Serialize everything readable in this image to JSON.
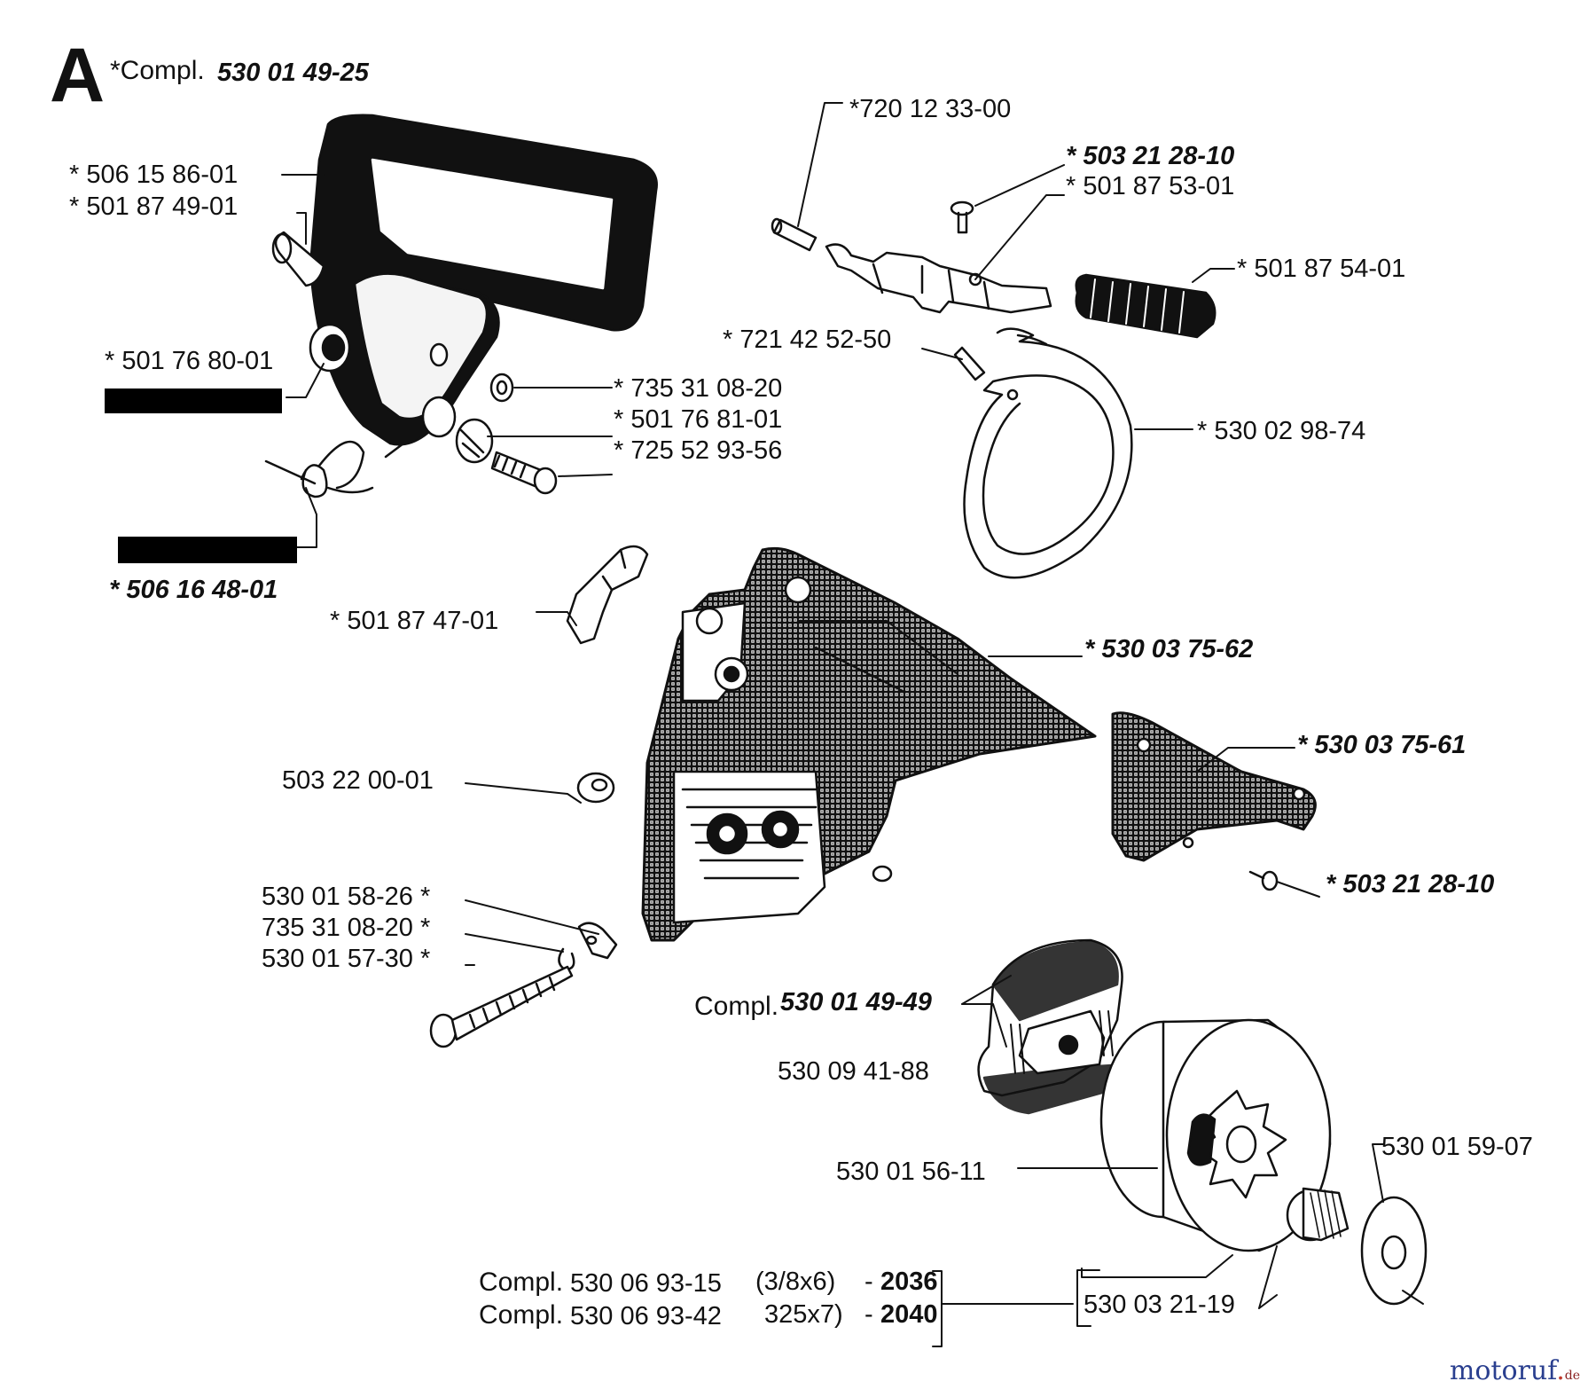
{
  "section": {
    "letter": "A",
    "compl_prefix": "*Compl.",
    "compl_number": "530 01 49-25"
  },
  "labels": {
    "p_506158601": "* 506 15 86-01",
    "p_501874901": "* 501 87 49-01",
    "p_501768001": "* 501 76 80-01",
    "p_735310820": "* 735 31 08-20",
    "p_501768101": "* 501 76 81-01",
    "p_725529356": "* 725 52 93-56",
    "p_506164801": "* 506 16 48-01",
    "p_501874701": "* 501 87 47-01",
    "p_720123300": "*720 12 33-00",
    "p_503212810_top": "* 503 21 28-10",
    "p_501875301": "* 501 87 53-01",
    "p_501875401": "* 501 87 54-01",
    "p_721425250": "* 721 42 52-50",
    "p_530029874": "* 530 02 98-74",
    "p_530037562": "* 530 03 75-62",
    "p_530037561": "* 530 03 75-61",
    "p_503212810_bot": "* 503 21 28-10",
    "p_503220001": "503 22 00-01",
    "p_530015826": "530 01 58-26 *",
    "p_735310820b": "735 31 08-20 *",
    "p_530015730": "530 01 57-30 *",
    "p_530094188": "530 09 41-88",
    "p_530015611": "530 01 56-11",
    "p_530015907": "530 01 59-07",
    "p_530032119": "530 03 21-19"
  },
  "clutch_compl": {
    "prefix": "Compl.",
    "number": "530 01 49-49"
  },
  "sprocket_options": [
    {
      "compl": "Compl.",
      "number": "530 06 93-15",
      "spec": "(3/8x6)",
      "dash": "-",
      "model": "2036"
    },
    {
      "compl": "Compl.",
      "number": "530 06 93-42",
      "spec": "325x7)",
      "dash": "-",
      "model": "2040"
    }
  ],
  "watermark": {
    "name": "motoruf",
    "tld": "de"
  },
  "colors": {
    "ink": "#111111",
    "fill_grey": "#d9d9d9",
    "watermark": "#2a3f8f"
  }
}
